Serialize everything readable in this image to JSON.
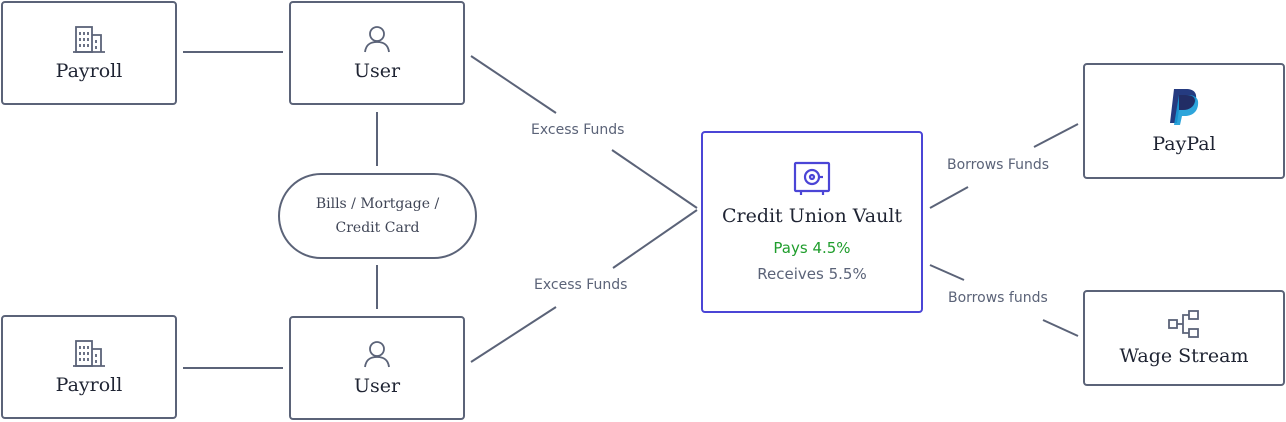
{
  "nodes": {
    "payroll_top": {
      "label": "Payroll",
      "icon": "building-icon"
    },
    "user_top": {
      "label": "User",
      "icon": "user-icon"
    },
    "bills": {
      "line1": "Bills / Mortgage /",
      "line2": "Credit Card"
    },
    "payroll_bottom": {
      "label": "Payroll",
      "icon": "building-icon"
    },
    "user_bottom": {
      "label": "User",
      "icon": "user-icon"
    },
    "vault": {
      "label": "Credit Union Vault",
      "pays": "Pays 4.5%",
      "receives": "Receives 5.5%",
      "icon": "safe-icon"
    },
    "paypal": {
      "label": "PayPal",
      "icon": "paypal-logo"
    },
    "wage_stream": {
      "label": "Wage Stream",
      "icon": "flow-icon"
    }
  },
  "edges": {
    "excess_top": "Excess Funds",
    "excess_bottom": "Excess Funds",
    "borrows_paypal": "Borrows Funds",
    "borrows_wage": "Borrows funds"
  },
  "colors": {
    "border": "#5b6378",
    "vault_border": "#4b45d6",
    "icon_accent": "#4b45d6",
    "pays_green": "#1f9d2c",
    "paypal_dark": "#253b80",
    "paypal_light": "#179bd7"
  }
}
